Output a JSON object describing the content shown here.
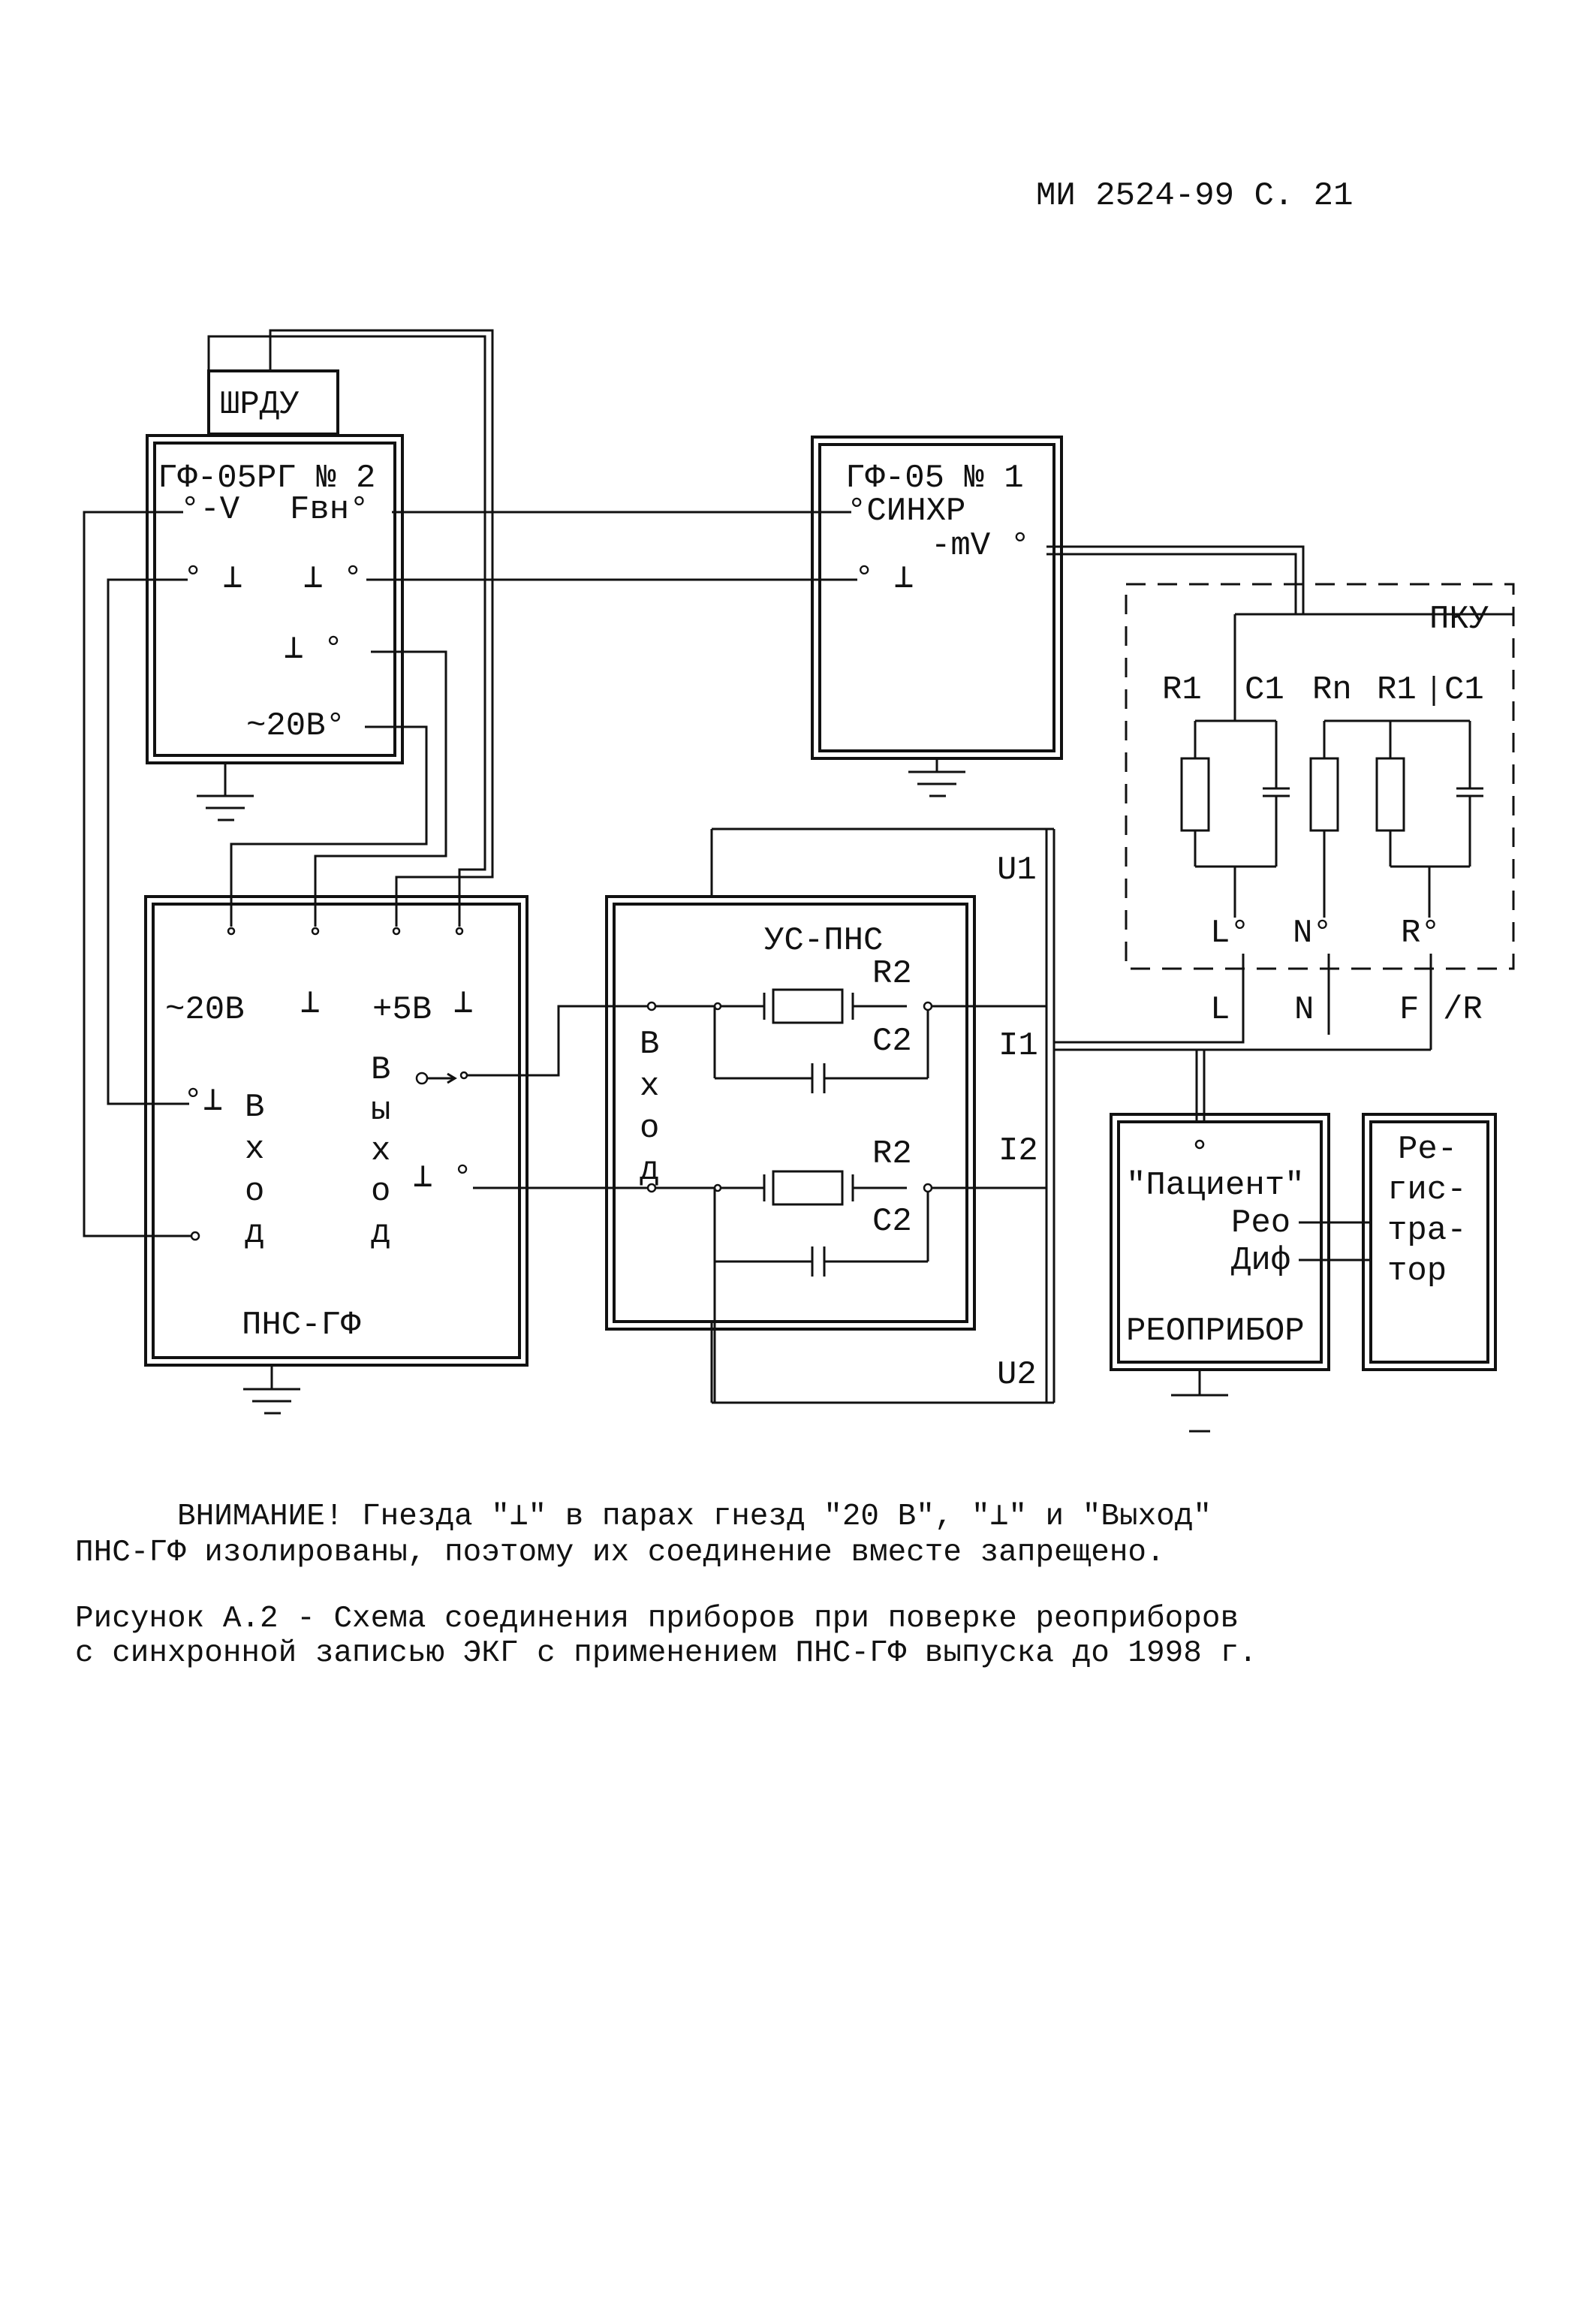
{
  "header": {
    "doc_ref": "МИ 2524-99  С. 21"
  },
  "blocks": {
    "shrdu": "ШРДУ",
    "gf05rg": {
      "title": "ГФ-05РГ № 2",
      "minus_v": "°-V",
      "fvn": "Fвн°",
      "gnd_left": "° ⊥",
      "gnd_right": "⊥ °",
      "gnd_lower": "⊥ °",
      "v20": "~20В°"
    },
    "gf05": {
      "title": "ГФ-05 № 1",
      "sync": "°СИНХР",
      "mv": "-mV  °",
      "gnd": "° ⊥"
    },
    "pku": {
      "label": "ПКУ",
      "r1a": "R1",
      "c1a": "C1",
      "rn": "Rn",
      "r1b": "R1",
      "c1b": "C1",
      "l": "L°",
      "n": "N°",
      "r": "R°"
    },
    "pns": {
      "v20": "~20В",
      "gnd1": "⊥",
      "v5": "+5В",
      "gnd2": "⊥",
      "input_sym": "°⊥",
      "input_letters": [
        "В",
        "х",
        "о",
        "д"
      ],
      "output_letters": [
        "В",
        "ы",
        "х",
        "о",
        "д"
      ],
      "output_gnd": "⊥ °",
      "title": "ПНС-ГФ"
    },
    "us_pns": {
      "title": "УС-ПНС",
      "input_letters": [
        "В",
        "х",
        "о",
        "д"
      ],
      "r2a": "R2",
      "c2a": "C2",
      "r2b": "R2",
      "c2b": "C2"
    },
    "u1": "U1",
    "u2": "U2",
    "i1": "I1",
    "i2": "I2",
    "lnfr": {
      "l": "L",
      "n": "N",
      "f": "F",
      "r": "/R"
    },
    "reo": {
      "patient": "\"Пациент\"",
      "reo": "Рео",
      "dif": "Диф",
      "title": "РЕОПРИБОР"
    },
    "reg": {
      "lines": [
        "Ре-",
        "гис-",
        "тра-",
        "тор"
      ]
    }
  },
  "notes": {
    "warning_line1": "ВНИМАНИЕ! Гнезда \"⊥\" в парах гнезд \"20 В\",  \"⊥\" и  \"Выход\"",
    "warning_line2": "ПНС-ГФ изолированы, поэтому их соединение вместе запрещено.",
    "caption_line1": "Рисунок А.2  - Схема соединения приборов при поверке реоприборов",
    "caption_line2": "с синхронной записью ЭКГ с применением ПНС-ГФ выпуска до 1998 г."
  }
}
